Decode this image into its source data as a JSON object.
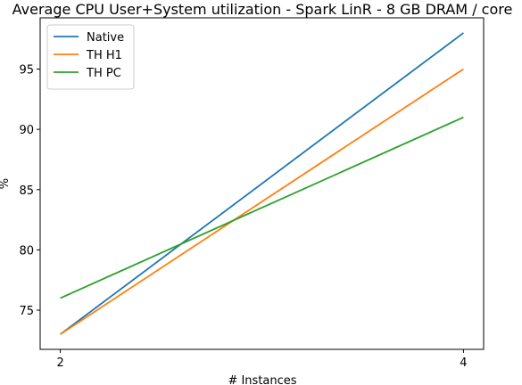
{
  "chart_data": {
    "type": "line",
    "title": "Average CPU User+System utilization - Spark LinR - 8 GB DRAM / core",
    "xlabel": "# Instances",
    "ylabel": "%",
    "x": [
      2,
      4
    ],
    "xticks": [
      2,
      4
    ],
    "yticks": [
      75,
      80,
      85,
      90,
      95
    ],
    "xlim": [
      1.9,
      4.1
    ],
    "ylim": [
      71.75,
      99.25
    ],
    "legend_position": "top-left",
    "grid": false,
    "series": [
      {
        "name": "Native",
        "values": [
          73,
          98
        ],
        "color": "#1f77b4"
      },
      {
        "name": "TH H1",
        "values": [
          73,
          95
        ],
        "color": "#ff7f0e"
      },
      {
        "name": "TH PC",
        "values": [
          76,
          91
        ],
        "color": "#2ca02c"
      }
    ]
  }
}
